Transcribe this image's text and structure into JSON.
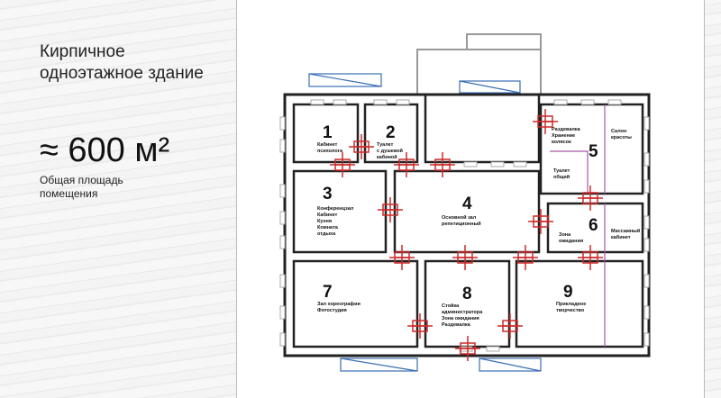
{
  "info": {
    "title": "Кирпичное одноэтажное здание",
    "area": "≈ 600 м²",
    "area_caption": "Общая площадь помещения"
  },
  "rooms": [
    {
      "number": "1",
      "lines": [
        "Кабинет",
        "психолога"
      ]
    },
    {
      "number": "2",
      "lines": [
        "Туалет",
        "с душевой",
        "кабиной"
      ]
    },
    {
      "number": "3",
      "lines": [
        "Конференцзал",
        "Кабинет",
        "Кухня",
        "Комната",
        "отдыха"
      ]
    },
    {
      "number": "4",
      "lines": [
        "Основной зал",
        "репетиционный"
      ]
    },
    {
      "number": "5",
      "lines": [
        "Раздевалка",
        "Хранение",
        "колясок"
      ],
      "extra": [
        {
          "lines": [
            "Туалет",
            "общий"
          ]
        },
        {
          "lines": [
            "Салон",
            "красоты"
          ]
        }
      ]
    },
    {
      "number": "6",
      "lines": [
        "Зона",
        "ожидания"
      ],
      "extra": [
        {
          "lines": [
            "Массажный",
            "кабинет"
          ]
        }
      ]
    },
    {
      "number": "7",
      "lines": [
        "Зал хореографии",
        "Фотостудия"
      ]
    },
    {
      "number": "8",
      "lines": [
        "Стойка",
        "администратора",
        "Зона ожидания",
        "Раздевалка"
      ]
    },
    {
      "number": "9",
      "lines": [
        "Прикладное",
        "творчество"
      ]
    }
  ],
  "colors": {
    "wall": "#222222",
    "door": "#cc2a2a",
    "partition": "#a25aa8",
    "window": "#3a6fb5",
    "annex": "#999999"
  }
}
